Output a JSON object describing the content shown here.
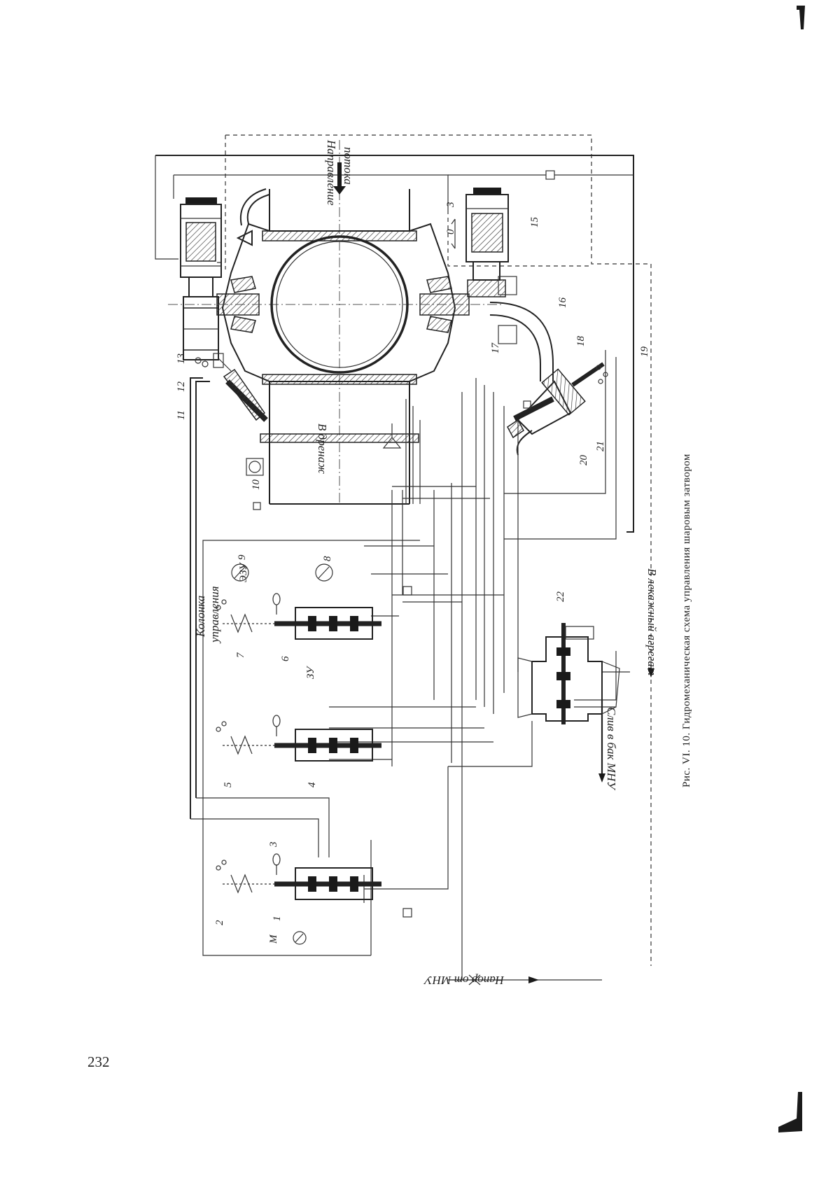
{
  "page": {
    "number": "232"
  },
  "caption": "Рис. VI. 10. Гидромеханическая схема управления шаровым затвором",
  "annotations": {
    "flow_direction": [
      "Направление",
      "потока"
    ],
    "to_pit": "В дренаж",
    "to_leakage_unit": "В лекажный агрегат",
    "drain_to_mnu": "Слив в бак МНУ",
    "pressure_from_mnu": "Напор от МНУ",
    "control_column": [
      "Колонка",
      "управления"
    ],
    "zu": "ЗУ",
    "ezu": "ЭЗУ",
    "servo_marks": [
      "0",
      "3"
    ]
  },
  "callouts": [
    "М",
    "1",
    "2",
    "3",
    "4",
    "5",
    "6",
    "7",
    "8",
    "9",
    "10",
    "11",
    "12",
    "13",
    "15",
    "16",
    "17",
    "18",
    "19",
    "20",
    "21",
    "22"
  ],
  "corner_marks": [
    "top-right",
    "bottom-right"
  ]
}
